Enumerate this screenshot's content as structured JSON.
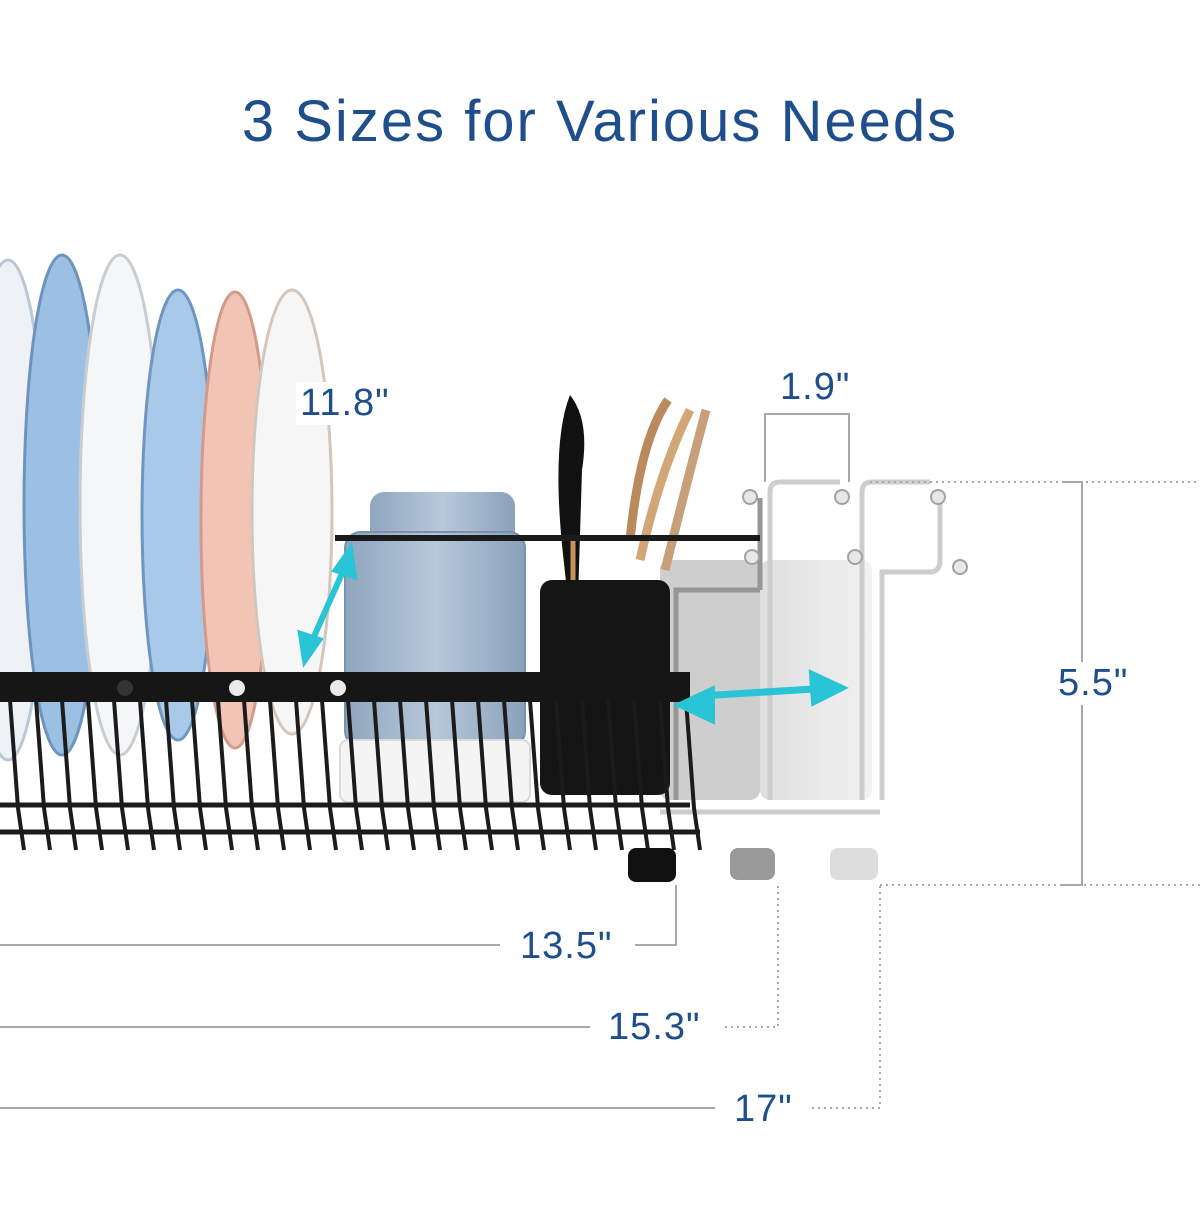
{
  "title": "3 Sizes for Various Needs",
  "dimensions": {
    "plate_height": "11.8\"",
    "slot_width": "1.9\"",
    "height": "5.5\"",
    "length_small": "13.5\"",
    "length_medium": "15.3\"",
    "length_large": "17\""
  },
  "colors": {
    "title": "#1f4e8c",
    "arrow": "#29c4d6",
    "rack": "#1b1b1b",
    "guide_line": "#b0b0b0"
  }
}
